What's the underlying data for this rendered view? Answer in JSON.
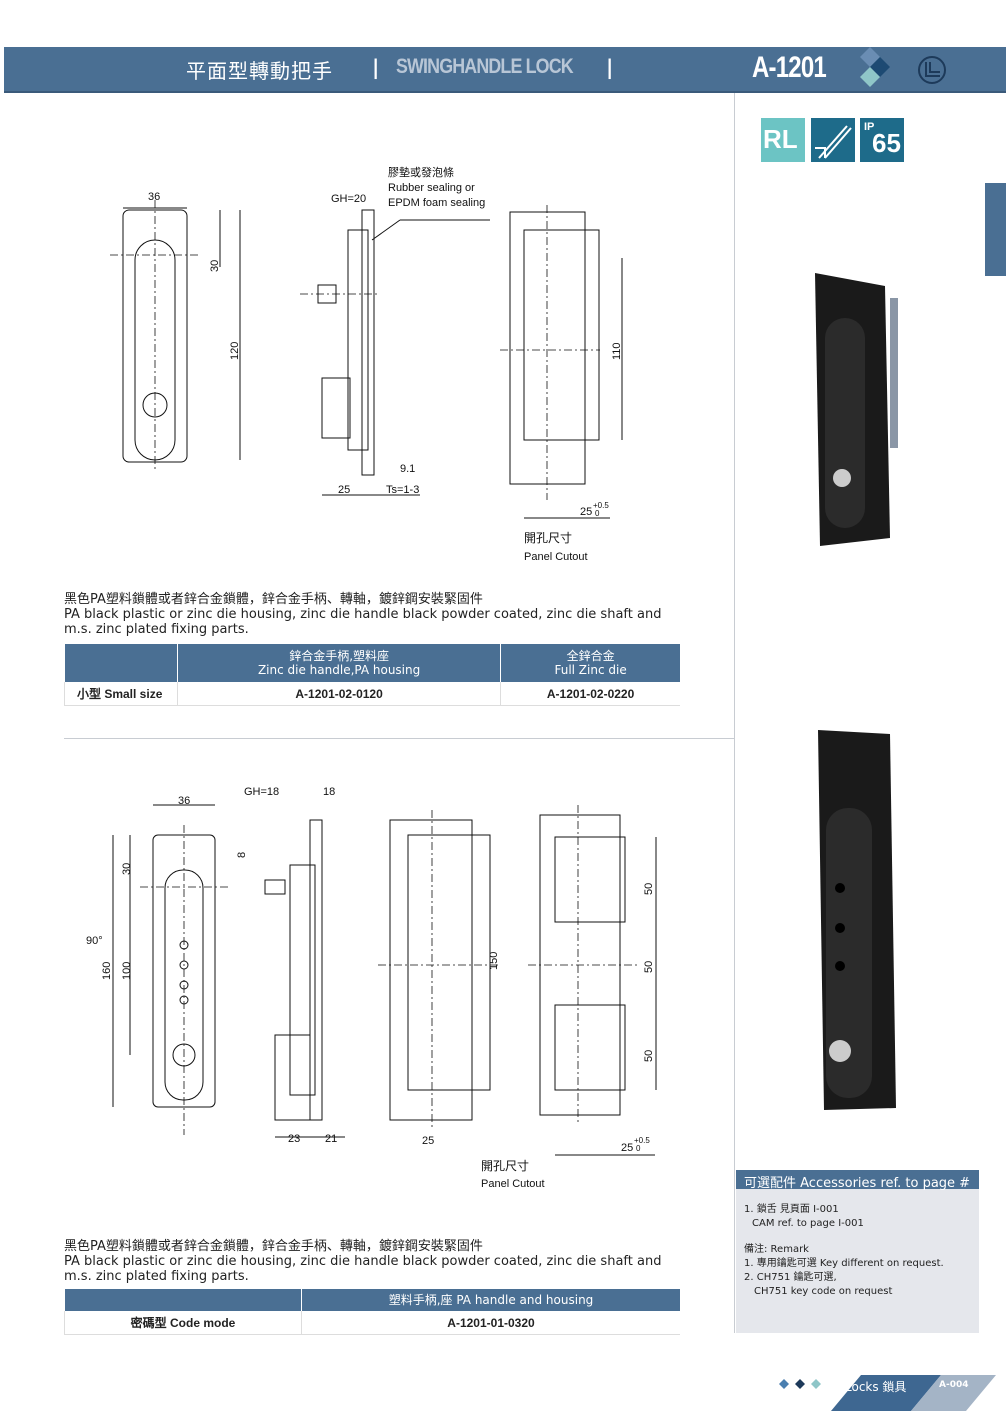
{
  "header": {
    "title_cn": "平面型轉動把手",
    "separator": "|",
    "title_en": "SWINGHANDLE LOCK",
    "model": "A-1201"
  },
  "badges": {
    "rl": "RL",
    "ip_prefix": "IP",
    "ip_value": "65"
  },
  "section1": {
    "dims": {
      "width": "36",
      "top": "30",
      "height": "120",
      "gh": "GH=20",
      "d91": "9.1",
      "d25": "25",
      "ts": "Ts=1-3",
      "cut_h": "110",
      "cut_w": "25",
      "tol": "+0.5",
      "tol0": "0",
      "seal_cn": "膠墊或發泡條",
      "seal_en1": "Rubber sealing or",
      "seal_en2": "EPDM foam sealing",
      "cut_cn": "開孔尺寸",
      "cut_en": "Panel Cutout"
    },
    "desc_cn": "黑色PA塑料鎖體或者鋅合金鎖體，鋅合金手柄、轉軸，鍍鋅鋼安裝緊固件",
    "desc_en": "PA black plastic or zinc die housing, zinc die handle black powder coated, zinc die shaft and m.s. zinc plated fixing parts.",
    "table": {
      "col1_cn": "鋅合金手柄,塑料座",
      "col1_en": "Zinc die handle,PA housing",
      "col2_cn": "全鋅合金",
      "col2_en": "Full Zinc die",
      "row_label": "小型 Small size",
      "v1": "A-1201-02-0120",
      "v2": "A-1201-02-0220"
    }
  },
  "section2": {
    "dims": {
      "width": "36",
      "gh": "GH=18",
      "d18": "18",
      "d8": "8",
      "top": "30",
      "h160": "160",
      "h100": "100",
      "angle": "90°",
      "d23": "23",
      "d21": "21",
      "h150": "150",
      "d25": "25",
      "c50a": "50",
      "c50": "50",
      "c50b": "50",
      "cut_w": "25",
      "tol": "+0.5",
      "tol0": "0",
      "cut_cn": "開孔尺寸",
      "cut_en": "Panel Cutout"
    },
    "desc_cn": "黑色PA塑料鎖體或者鋅合金鎖體，鋅合金手柄、轉軸，鍍鋅鋼安裝緊固件",
    "desc_en": "PA black plastic or zinc die housing, zinc die handle black powder coated, zinc die shaft and m.s. zinc plated fixing parts.",
    "table": {
      "col1": "塑料手柄,座 PA handle and housing",
      "row_label": "密碼型 Code mode",
      "v1": "A-1201-01-0320"
    }
  },
  "accessories": {
    "title": "可選配件 Accessories ref. to page #",
    "item1_cn": "1. 鎖舌 見頁面 I-001",
    "item1_en": "CAM  ref. to page I-001",
    "remark": "備注: Remark",
    "r1": "1. 專用鑰匙可選 Key different on request.",
    "r2": "2. CH751 鑰匙可選,",
    "r2_en": "CH751 key code on request"
  },
  "footer": {
    "section": "Locks 鎖具",
    "page": "A-004"
  },
  "colors": {
    "brand": "#4a6f93",
    "teal": "#6cc4c4",
    "dark": "#1d4a73"
  }
}
